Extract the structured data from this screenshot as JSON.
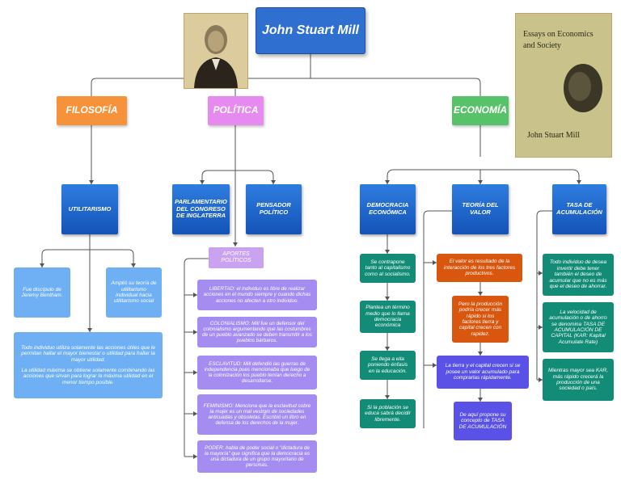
{
  "root": {
    "title": "John Stuart Mill"
  },
  "categories": {
    "filosofia": "FILOSOFÍA",
    "politica": "POLÍTICA",
    "economia": "ECONOMÍA"
  },
  "filosofia": {
    "utilitarismo": "UTILITARISMO",
    "bentham": "Fue discípulo de Jeremy Bentham.",
    "amplio": "Amplió su teoría de utilitarismo individual hacia utilitarismo social",
    "definicion_1": "Todo individuo utiliza solamente las acciones útiles que le permitan hallar el mayor bienestar o utilidad para hallar la mayor utilidad.",
    "definicion_2": "La utilidad máxima se obtiene solamente combinando las acciones que sirvan para lograr la máxima utilidad en el menor tiempo posible."
  },
  "politica": {
    "parlamentario": "PARLAMENTARIO DEL CONGRESO DE INGLATERRA",
    "pensador": "PENSADOR POLÍTICO",
    "aportes": "APORTES POLÍTICOS",
    "libertad": "LIBERTAD: el individuo es libre de realizar acciones en el mundo siempre y cuando dichas acciones no afecten a otro individuo.",
    "colonialismo": "COLONIALISMO: Mill fue un defensor del colonialismo argumentando que las costumbres de un pueblo avanzado se deben transmitir a los pueblos bárbaros.",
    "esclavitud": "ESCLAVITUD: Mill defendió las guerras de independencia pues mencionaba que luego de la colonización los pueblo tenían derecho a desarrollarse.",
    "feminismo": "FEMINISMO: Menciona que la esclavitud sobre la mujer es un mal vestigio de sociedades anticuadas y obsoletas. Escribió un libro en defensa de los derechos de la mujer.",
    "poder": "PODER: habla de poder social o \"dictadura de la mayoría\" que significa que la democracia es una dictadura de un grupo mayoritario de personas."
  },
  "economia": {
    "democracia": "DEMOCRACIA ECONÓMICA",
    "teoria": "TEORÍA DEL VALOR",
    "tasa": "TASA DE ACUMULACIÓN",
    "dem_1": "Se contrapone tanto al capitalismo como al socialismo.",
    "dem_2": "Plantea un término medio que lo llama democracia económica",
    "dem_3": "Se llega a ella poniendo énfasis en la educación.",
    "dem_4": "Si la población se educa sabrá decidir libremente.",
    "val_1": "El valor es resultado de la interacción de los tres factores productivos.",
    "val_2": "Pero la producción podría crecer más rápido si los factores tierra y capital crecen con rapidez.",
    "val_3": "La tierra y el capital crecen si se posee un valor acumulado para comprarlas rápidamente.",
    "val_4": "De aquí propone su concepto de TASA DE ACUMULACIÓN",
    "tasa_1": "Todo individuo de desea invertir debe tener también el deseo de acumular que no es más que el deseo de ahorrar.",
    "tasa_2": "La velocidad de acumulación o de ahorro se denomina TASA DE ACUMULACIÓN DE CAPITAL (KAR: Kapital Acumulate Rate)",
    "tasa_3": "Mientras mayor sea KAR, más rápido crecerá la producción de una sociedad o país."
  },
  "book": {
    "title_line1": "Essays on Economics",
    "title_line2": "and Society",
    "author": "John Stuart Mill"
  },
  "colors": {
    "root": "#2e6fd0",
    "filosofia": "#f6923a",
    "politica": "#e68af0",
    "economia": "#58c26b",
    "teal": "#128c76",
    "orange_box": "#d9560f",
    "purple_box": "#5a52e6",
    "lavender_box": "#a48cf0"
  }
}
